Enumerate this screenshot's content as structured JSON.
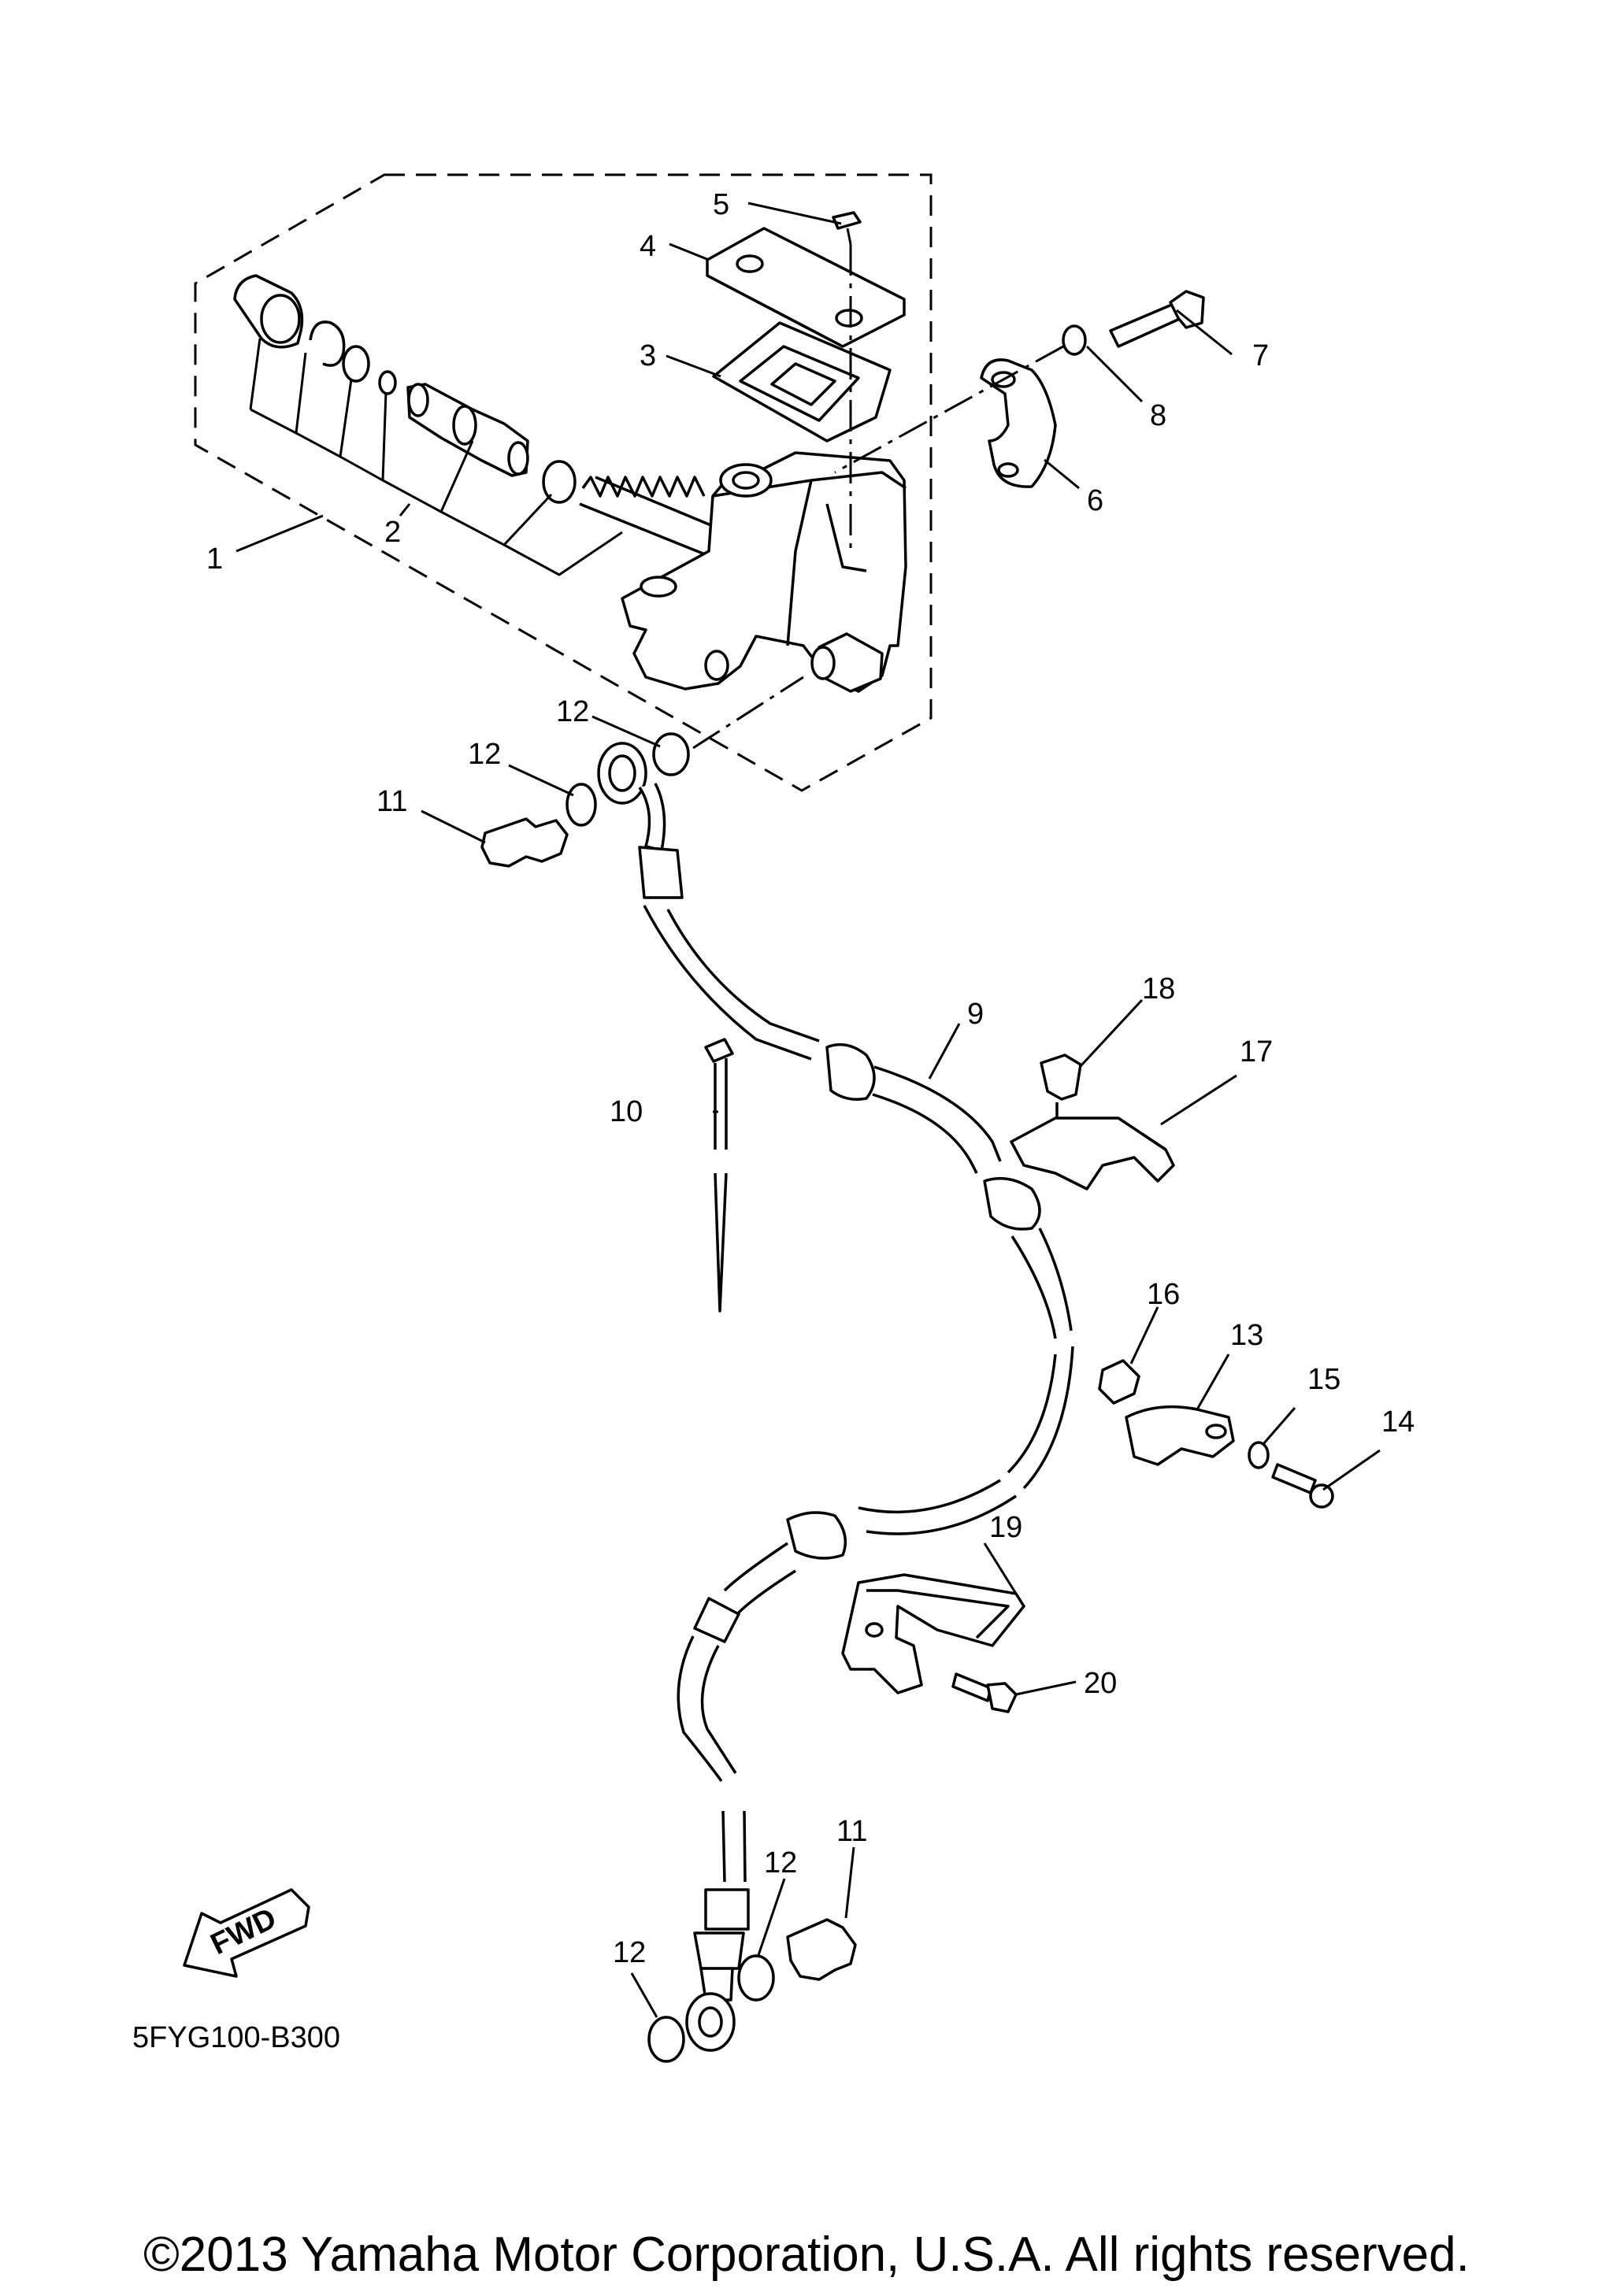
{
  "diagram": {
    "diagram_code": "5FYG100-B300",
    "direction_marker": "FWD",
    "callouts": [
      "1",
      "2",
      "3",
      "4",
      "5",
      "6",
      "7",
      "8",
      "9",
      "10",
      "11",
      "11",
      "12",
      "12",
      "12",
      "12",
      "13",
      "14",
      "15",
      "16",
      "17",
      "18",
      "19",
      "20"
    ]
  },
  "footer": {
    "copyright": "©2013 Yamaha Motor Corporation, U.S.A. All rights reserved."
  }
}
